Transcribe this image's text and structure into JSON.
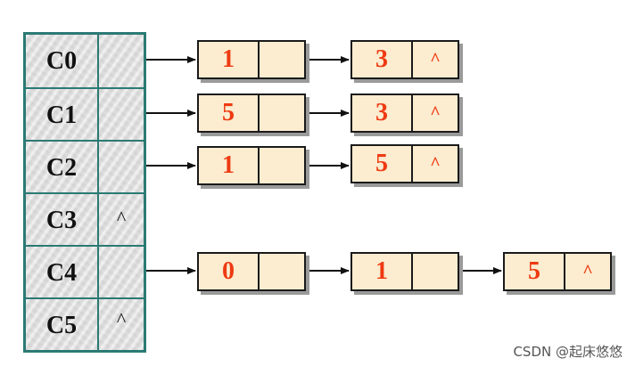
{
  "vertices": [
    {
      "label": "C0",
      "ptr": ""
    },
    {
      "label": "C1",
      "ptr": ""
    },
    {
      "label": "C2",
      "ptr": ""
    },
    {
      "label": "C3",
      "ptr": "^"
    },
    {
      "label": "C4",
      "ptr": ""
    },
    {
      "label": "C5",
      "ptr": "^"
    }
  ],
  "lists": [
    [
      {
        "value": "1",
        "next": ""
      },
      {
        "value": "3",
        "next": "^"
      }
    ],
    [
      {
        "value": "5",
        "next": ""
      },
      {
        "value": "3",
        "next": "^"
      }
    ],
    [
      {
        "value": "1",
        "next": ""
      },
      {
        "value": "5",
        "next": "^"
      }
    ],
    [
      {
        "value": "0",
        "next": ""
      },
      {
        "value": "1",
        "next": ""
      },
      {
        "value": "5",
        "next": "^"
      }
    ]
  ],
  "colors": {
    "table_border": "#2c7a74",
    "node_fill": "#fcecd0",
    "node_text": "#ee3a12"
  },
  "watermark": "CSDN @起床悠悠"
}
